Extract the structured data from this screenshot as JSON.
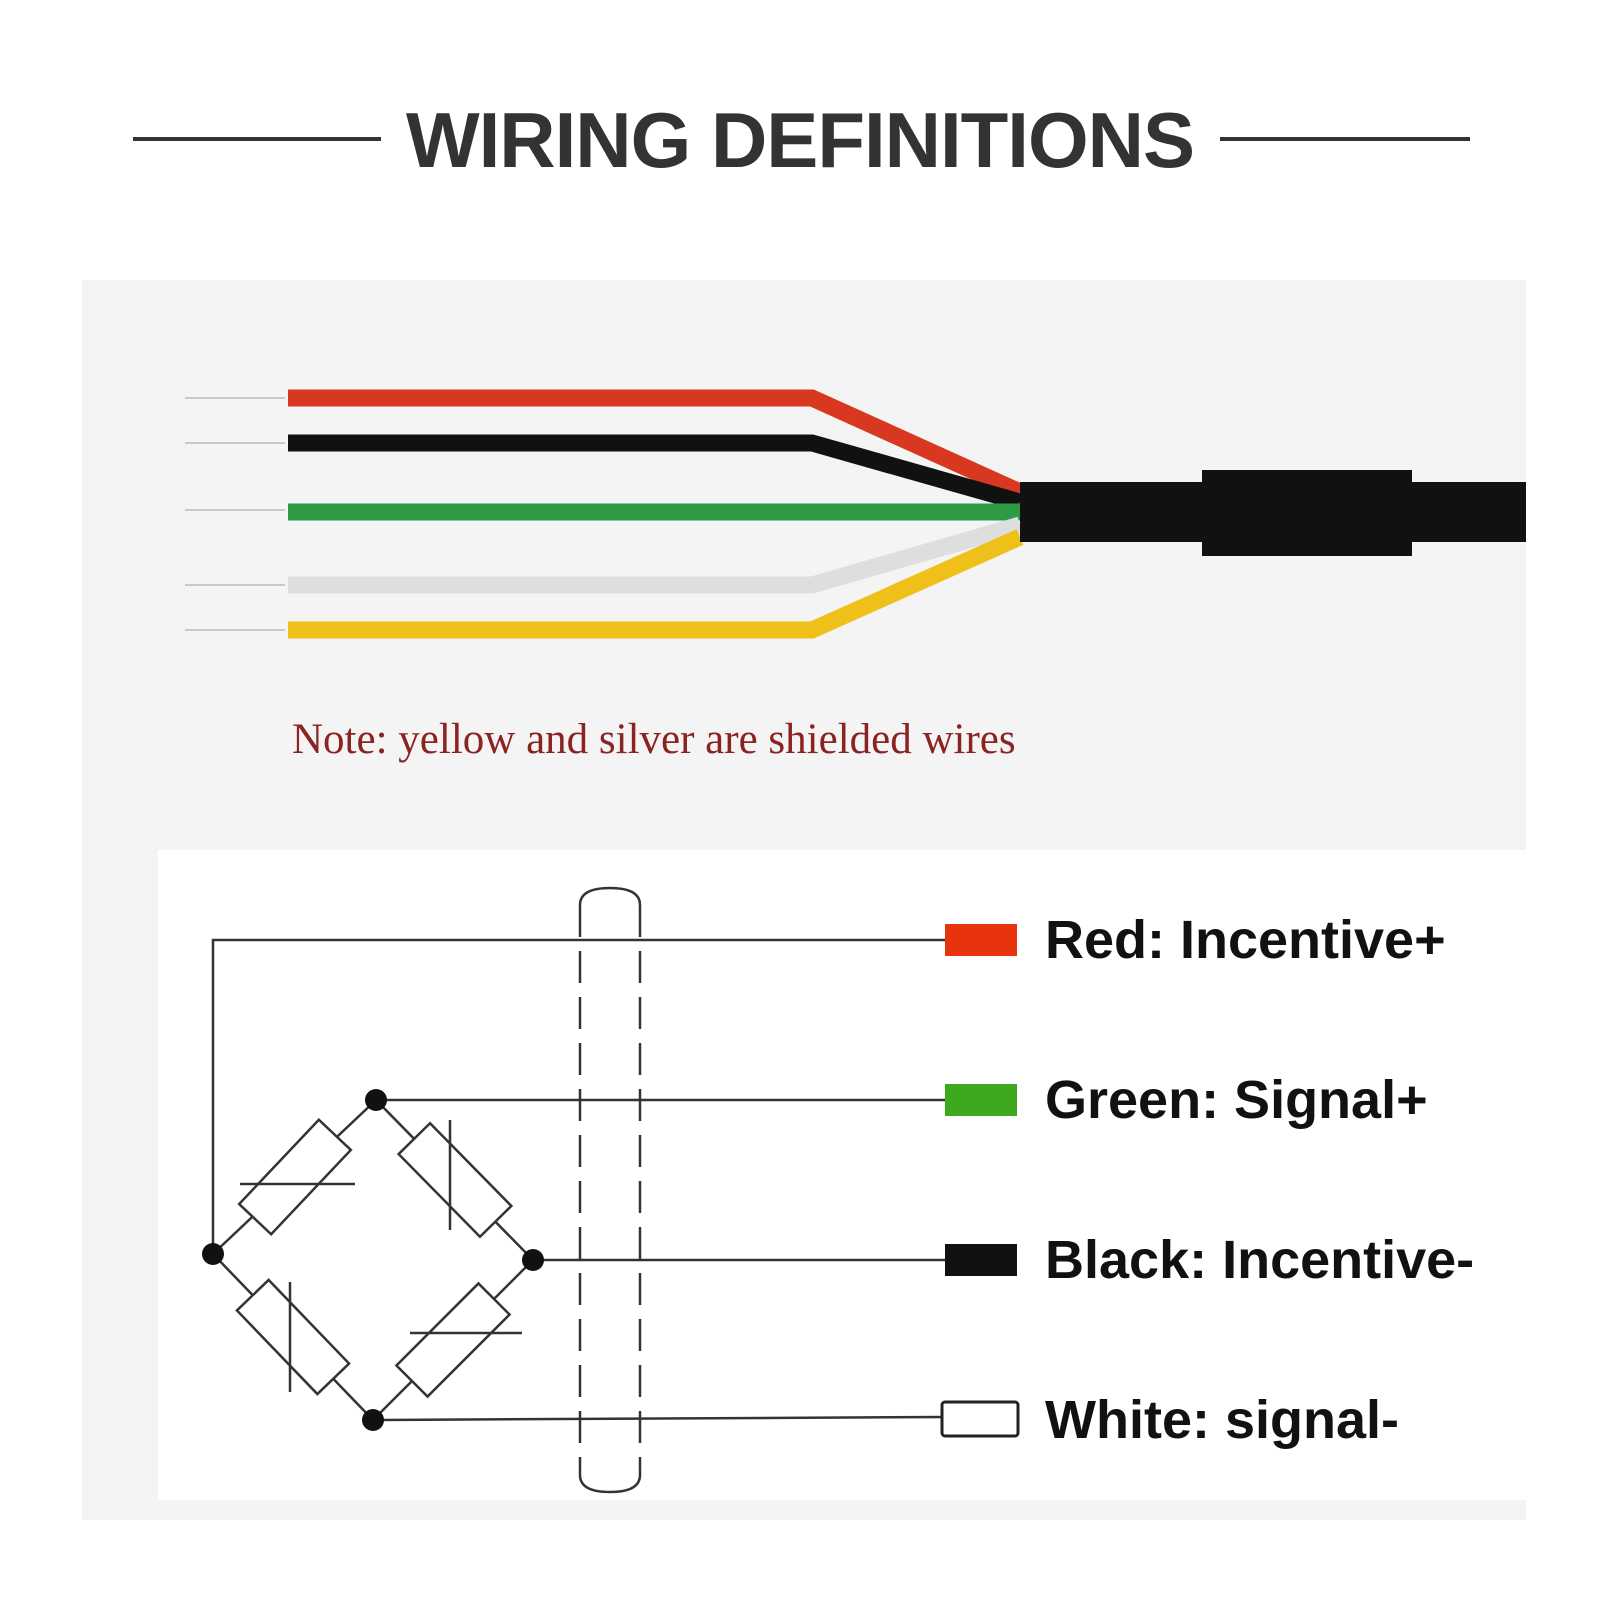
{
  "header": {
    "title": "WIRING DEFINITIONS"
  },
  "note": "Note: yellow and silver are shielded wires",
  "wires": [
    {
      "name": "red",
      "color": "#d8381f"
    },
    {
      "name": "black",
      "color": "#111111"
    },
    {
      "name": "green",
      "color": "#2e9a45"
    },
    {
      "name": "silver",
      "color": "#dedede"
    },
    {
      "name": "yellow",
      "color": "#efbf1a"
    }
  ],
  "legend": [
    {
      "label": "Red: Incentive+",
      "color": "#e8330f"
    },
    {
      "label": "Green: Signal+",
      "color": "#3ea81e"
    },
    {
      "label": "Black: Incentive-",
      "color": "#111111"
    },
    {
      "label": "White: signal-",
      "color": "#ffffff"
    }
  ]
}
